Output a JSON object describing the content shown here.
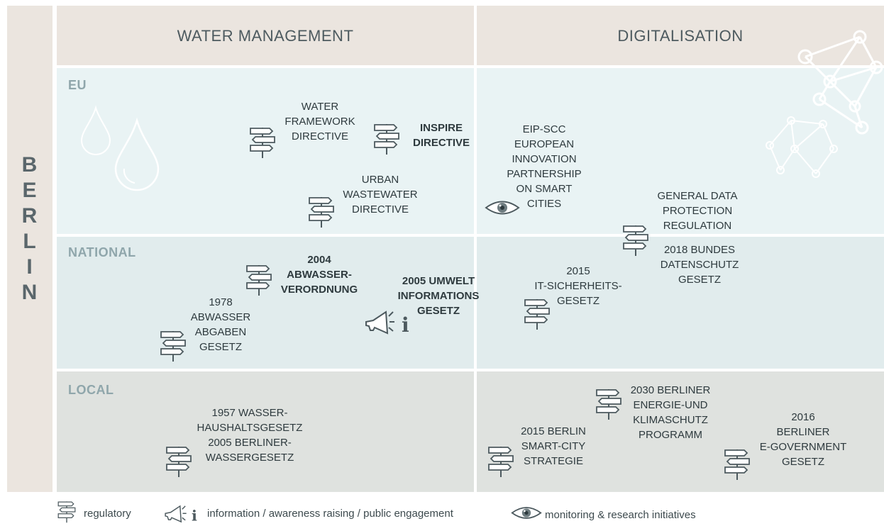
{
  "city": "BERLIN",
  "columns": {
    "water": "WATER MANAGEMENT",
    "digital": "DIGITALISATION"
  },
  "levels": {
    "eu": "EU",
    "national": "NATIONAL",
    "local": "LOCAL"
  },
  "items": {
    "wfd": [
      "WATER",
      "FRAMEWORK",
      "DIRECTIVE"
    ],
    "inspire": [
      "INSPIRE",
      "DIRECTIVE"
    ],
    "urban": [
      "URBAN",
      "WASTEWATER",
      "DIRECTIVE"
    ],
    "eip": [
      "EIP-SCC",
      "EUROPEAN",
      "INNOVATION",
      "PARTNERSHIP",
      "ON SMART",
      "CITIES"
    ],
    "gdpr": [
      "GENERAL DATA",
      "PROTECTION",
      "REGULATION"
    ],
    "abwv": [
      "2004",
      "ABWASSER-",
      "VERORDNUNG"
    ],
    "uig": [
      "2005 UMWELT",
      "INFORMATIONS",
      "GESETZ"
    ],
    "abwag": [
      "1978",
      "ABWASSER",
      "ABGABEN",
      "GESETZ"
    ],
    "itsig": [
      "2015",
      "IT-SICHERHEITS-",
      "GESETZ"
    ],
    "bdsg": [
      "2018 BUNDES",
      "DATENSCHUTZ",
      "GESETZ"
    ],
    "whg": [
      "1957 WASSER-",
      "HAUSHALTSGESETZ",
      "2005 BERLINER-",
      "WASSERGESETZ"
    ],
    "bek": [
      "2030 BERLINER",
      "ENERGIE-UND",
      "KLIMASCHUTZ",
      "PROGRAMM"
    ],
    "scs": [
      "2015 BERLIN",
      "SMART-CITY",
      "STRATEGIE"
    ],
    "egov": [
      "2016",
      "BERLINER",
      "E-GOVERNMENT",
      "GESETZ"
    ]
  },
  "legend": {
    "regulatory": "regulatory",
    "information": "information / awareness raising / public engagement",
    "monitoring": "monitoring & research initiatives"
  },
  "colors": {
    "header_bg": "#ebe5df",
    "eu_bg": "#e9f3f4",
    "national_bg": "#e1eced",
    "local_bg": "#dfe2df",
    "level_text": "#8fa6ab"
  },
  "icons": [
    "signpost-icon",
    "megaphone-info-icon",
    "eye-icon",
    "water-drop-icon",
    "network-icon"
  ]
}
